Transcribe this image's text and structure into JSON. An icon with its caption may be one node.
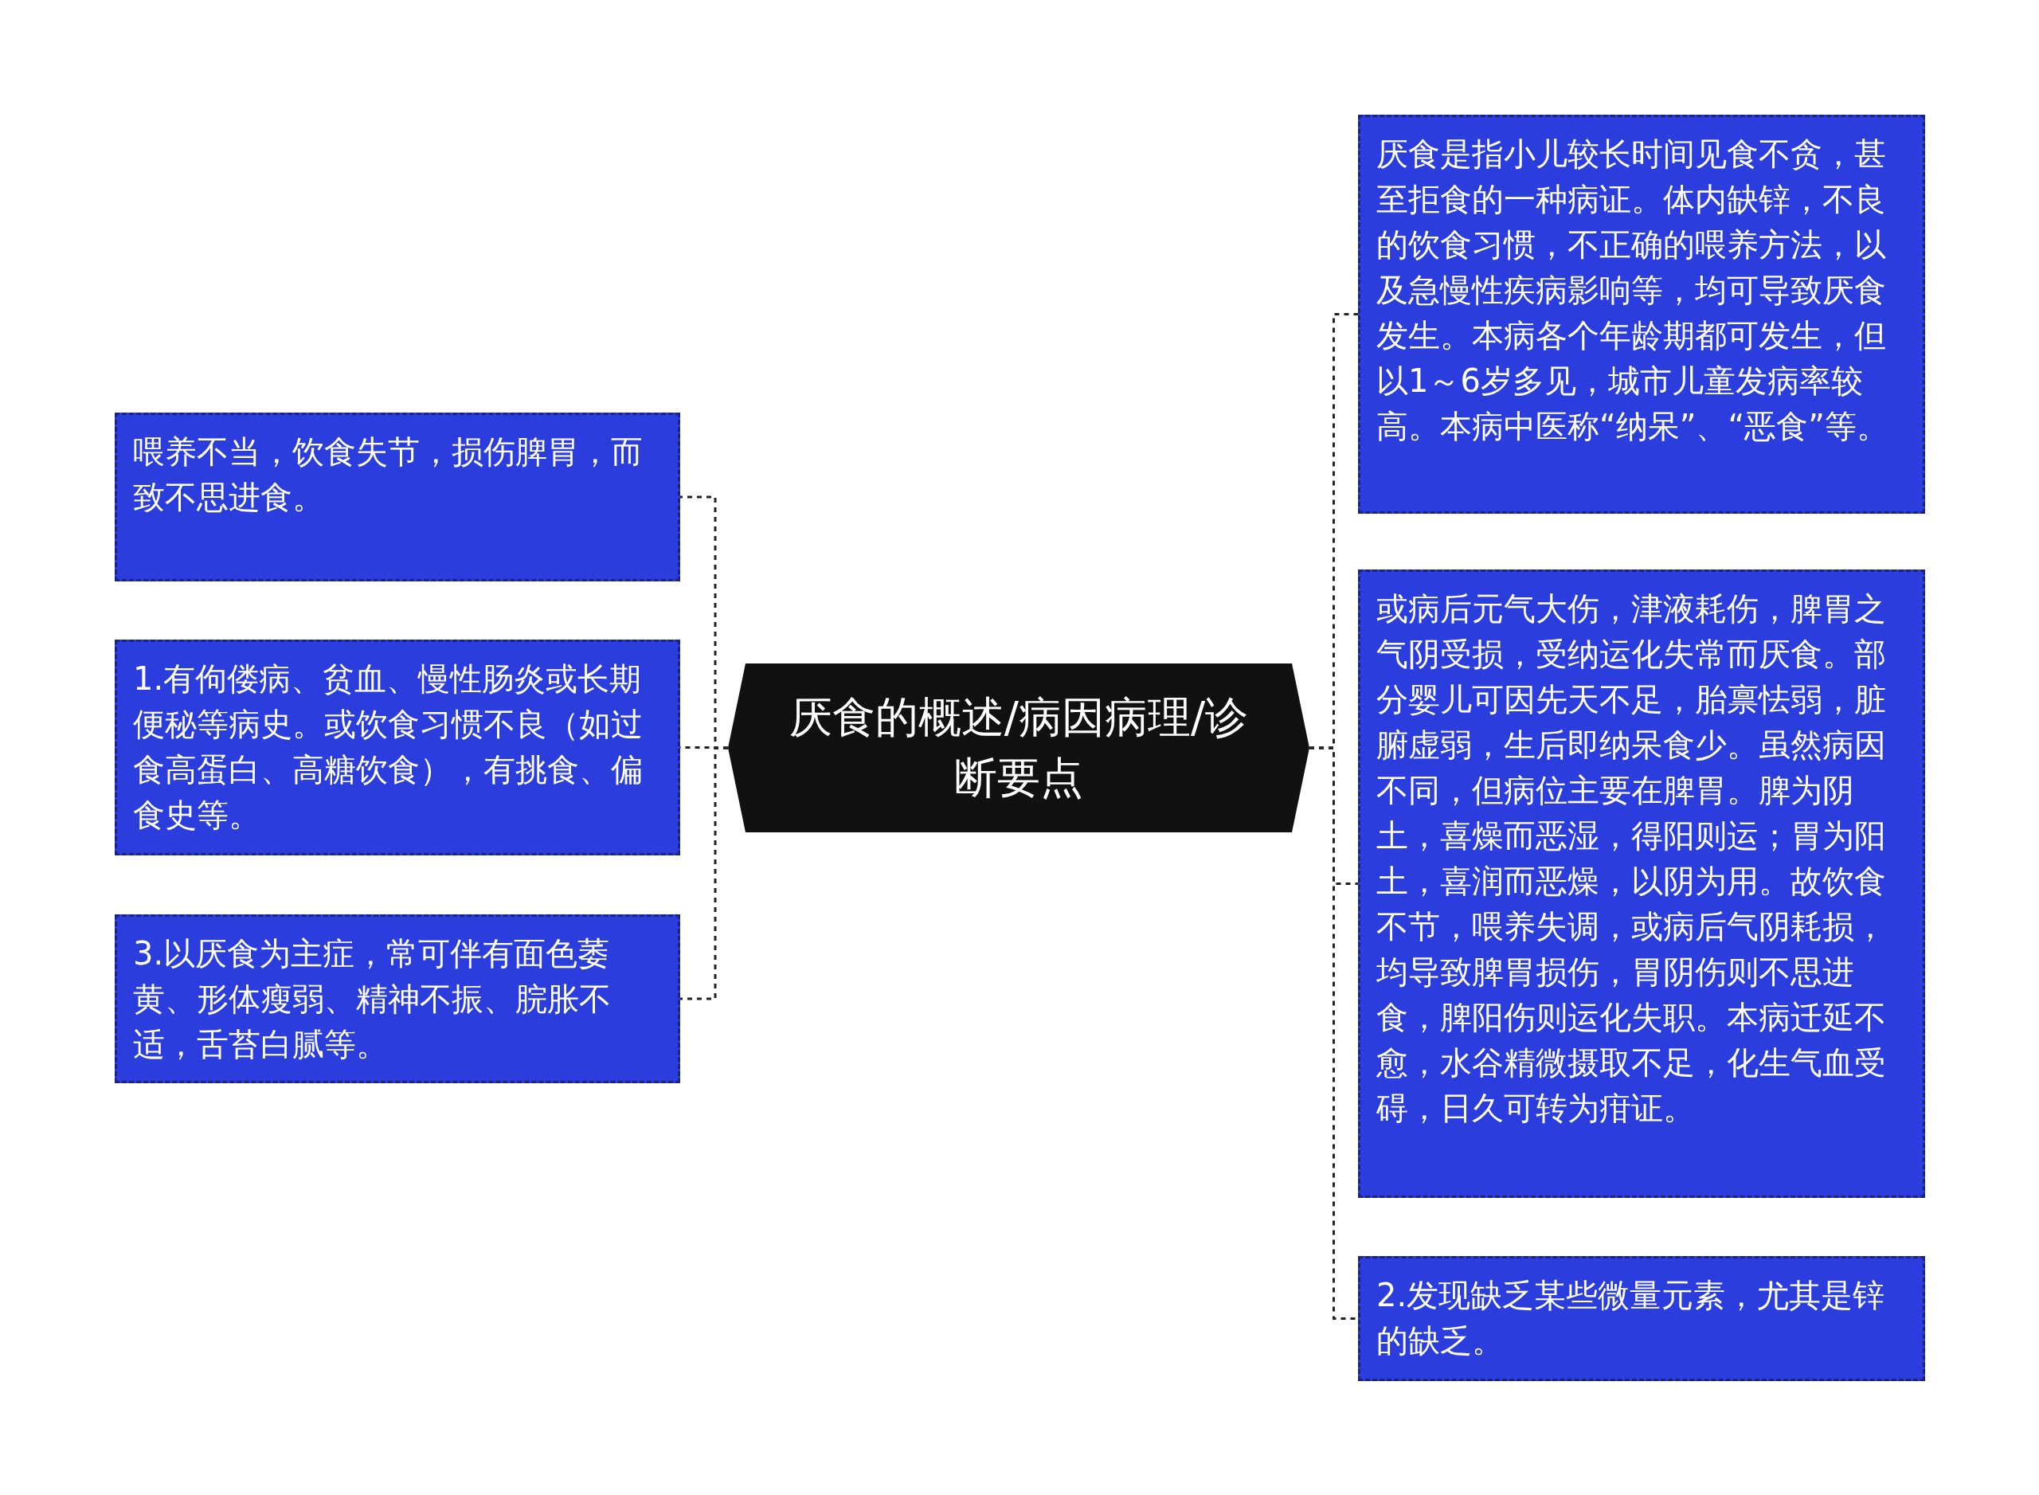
{
  "diagram": {
    "nodes": [
      {
        "text": [
          "厌食的概述/病因病理/诊断要点"
        ]
      },
      {
        "text": [
          "喂养不当，饮食失节，损伤脾胃，而致不思进食。"
        ]
      },
      {
        "text": [
          "1.有佝偻病、贫血、慢性肠炎或长期便秘等病史。或饮食习惯不良（如过食高蛋白、高糖饮食），有挑食、偏食史等。"
        ]
      },
      {
        "text": [
          "3.以厌食为主症，常可伴有面色萎黄、形体瘦弱、精神不振、脘胀不适，舌苔白腻等。"
        ]
      },
      {
        "text": [
          "厌食是指小儿较长时间见食不贪，甚至拒食的一种病证。体内缺锌，不良的饮食习惯，不正确的喂养方法，以及急慢性疾病影响等，均可导致厌食发生。本病各个年龄期都可发生，但以1～6岁多见，城市儿童发病率较高。本病中医称“纳呆”、“恶食”等。"
        ]
      },
      {
        "text": [
          "或病后元气大伤，津液耗伤，脾胃之气阴受损，受纳运化失常而厌食。部分婴儿可因先天不足，胎禀怯弱，脏腑虚弱，生后即纳呆食少。虽然病因不同，但病位主要在脾胃。脾为阴土，喜燥而恶湿，得阳则运；胃为阳土，喜润而恶燥，以阴为用。故饮食不节，喂养失调，或病后气阴耗损，均导致脾胃损伤，胃阴伤则不思进食，脾阳伤则运化失职。本病迁延不愈，水谷精微摄取不足，化生气血受碍，日久可转为疳证。"
        ]
      },
      {
        "text": [
          "2.发现缺乏某些微量元素，尤其是锌的缺乏。"
        ]
      }
    ],
    "edges": [
      {
        "from": 0,
        "to": 1,
        "arrow": "none",
        "style": "dashed"
      },
      {
        "from": 0,
        "to": 2,
        "arrow": "none",
        "style": "dashed"
      },
      {
        "from": 0,
        "to": 3,
        "arrow": "none",
        "style": "dashed"
      },
      {
        "from": 0,
        "to": 4,
        "arrow": "none",
        "style": "dashed"
      },
      {
        "from": 0,
        "to": 5,
        "arrow": "none",
        "style": "dashed"
      },
      {
        "from": 0,
        "to": 6,
        "arrow": "none",
        "style": "dashed"
      }
    ]
  }
}
